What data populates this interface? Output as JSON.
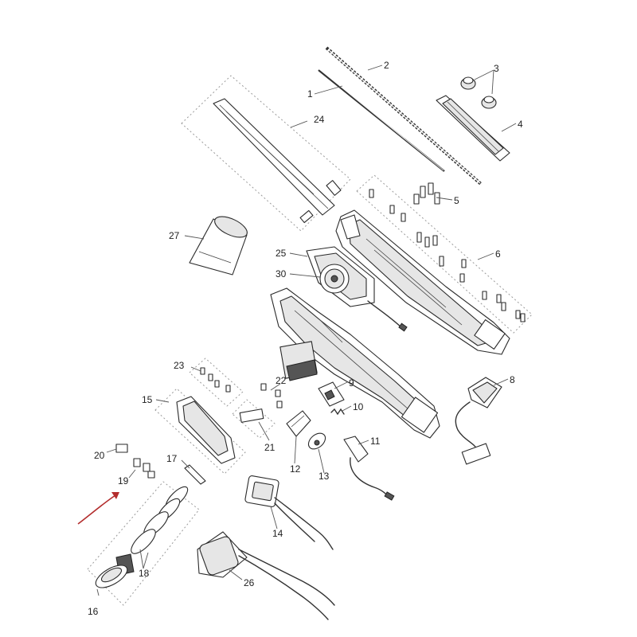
{
  "diagram": {
    "callouts": [
      "1",
      "2",
      "3",
      "4",
      "5",
      "6",
      "8",
      "9",
      "10",
      "11",
      "12",
      "13",
      "14",
      "15",
      "16",
      "17",
      "18",
      "19",
      "20",
      "21",
      "22",
      "23",
      "24",
      "25",
      "26",
      "27",
      "30"
    ],
    "accent_color": "#b32d2d",
    "line_color": "#2a2a2a"
  }
}
